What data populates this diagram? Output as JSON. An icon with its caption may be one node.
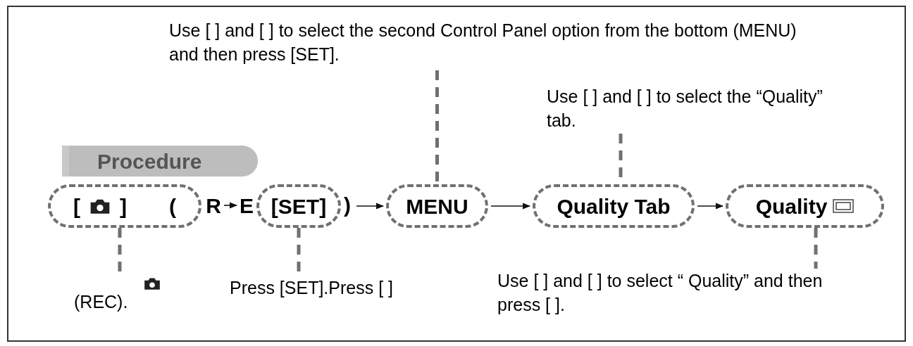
{
  "diagram": {
    "nodes": [
      {
        "text": [
          "Use [ ] and [ ] to select the second Control Panel option from the bottom (MENU) and then press [SET]."
        ]
      },
      {
        "text": [
          "Use [ ] and [ ] to select the “Quality” tab."
        ]
      },
      {
        "text": [
          "Procedure"
        ]
      },
      {
        "text": [
          "[",
          "]",
          "("
        ]
      },
      {
        "text": [
          "R"
        ]
      },
      {
        "text": [
          "E"
        ]
      },
      {
        "text": [
          "[SET]"
        ]
      },
      {
        "text": [
          "MENU"
        ]
      },
      {
        "text": [
          "Quality Tab"
        ]
      },
      {
        "text": [
          "Quality"
        ]
      },
      {
        "text": [
          "(REC)."
        ]
      },
      {
        "text": [
          "Press [SET].Press [ ]"
        ]
      },
      {
        "text": [
          "Use [ ] and [ ] to select “ Quality” and then press [ ]."
        ]
      }
    ],
    "edges": [
      {
        "from": 4,
        "to": 5,
        "arrow": "to",
        "color": "#111111"
      },
      {
        "from": 6,
        "to": 7,
        "arrow": "to",
        "color": "#111111"
      },
      {
        "from": 7,
        "to": 8,
        "arrow": "to",
        "color": "#111111"
      },
      {
        "from": 8,
        "to": 9,
        "arrow": "to",
        "color": "#111111"
      },
      {
        "from": 0,
        "to": 7,
        "arrow": "none",
        "style": "dashed"
      },
      {
        "from": 1,
        "to": 8,
        "arrow": "none",
        "style": "dashed"
      },
      {
        "from": 3,
        "to": 10,
        "arrow": "none",
        "style": "dashed"
      },
      {
        "from": 6,
        "to": 11,
        "arrow": "none",
        "style": "dashed"
      },
      {
        "from": 9,
        "to": 12,
        "arrow": "none",
        "style": "dashed"
      }
    ],
    "labels": [
      ")"
    ]
  }
}
